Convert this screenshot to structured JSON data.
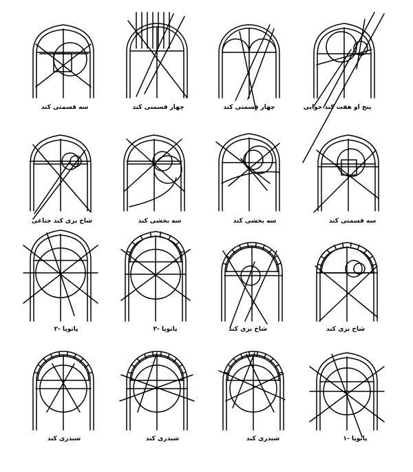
{
  "panels": [
    {
      "caption": "سه قسمتی کند"
    },
    {
      "caption": "چهار قسمتی کند"
    },
    {
      "caption": "چهار قسمتی کند"
    },
    {
      "caption": "پنج او هفت کند حوایی"
    },
    {
      "caption": "شاخ بزی کند جناغی"
    },
    {
      "caption": "سه بخشی کند"
    },
    {
      "caption": "سه بخشی کند"
    },
    {
      "caption": "سه قسمتی کند"
    },
    {
      "caption": "پاتوپا -۲"
    },
    {
      "caption": "پاتوپا -۳"
    },
    {
      "caption": "شاخ بزی کند"
    },
    {
      "caption": "شاخ بزی کند"
    },
    {
      "caption": "شبدری کند"
    },
    {
      "caption": "شبدری کند"
    },
    {
      "caption": "شبدری کند"
    },
    {
      "caption": "پاتوپا -۱"
    }
  ]
}
